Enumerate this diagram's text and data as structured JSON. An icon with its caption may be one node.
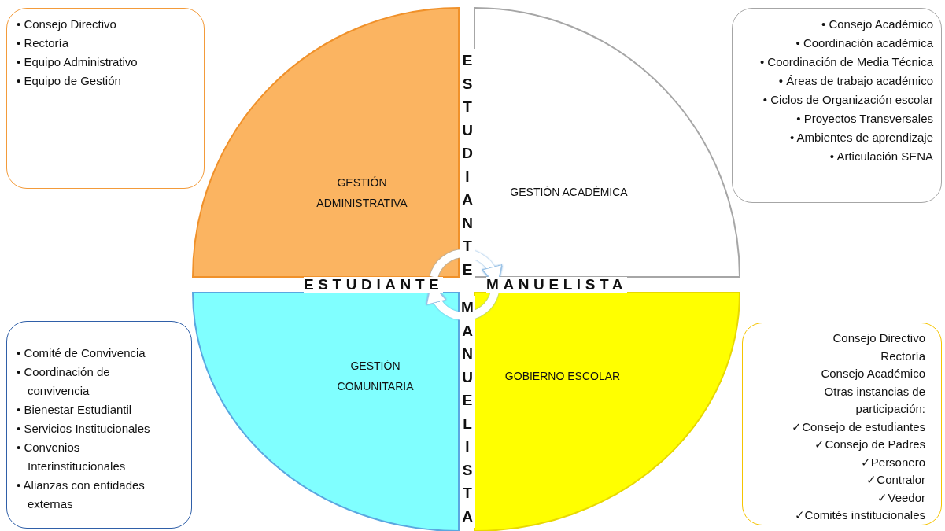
{
  "diagram": {
    "nodes": [
      {
        "text": [
          "• Consejo Directivo",
          "• Rectoría",
          "• Equipo Administrativo",
          "• Equipo de Gestión"
        ]
      },
      {
        "text": [
          "• Consejo Académico",
          "• Coordinación académica",
          "• Coordinación de Media Técnica",
          "• Áreas de trabajo académico",
          "• Ciclos de Organización escolar",
          "• Proyectos Transversales",
          "• Ambientes de aprendizaje",
          "• Articulación SENA"
        ]
      },
      {
        "text": [
          "GESTIÓN ADMINISTRATIVA"
        ]
      },
      {
        "text": [
          "GESTIÓN ACADÉMICA"
        ]
      },
      {
        "text": [
          "GESTIÓN COMUNITARIA"
        ]
      },
      {
        "text": [
          "GOBIERNO ESCOLAR"
        ]
      },
      {
        "text": [
          "• Comité de Convivencia",
          "• Coordinación de convivencia",
          "• Bienestar Estudiantil",
          "• Servicios Institucionales",
          "• Convenios Interinstitucionales",
          "• Alianzas con entidades externas"
        ]
      },
      {
        "text": [
          "Consejo Directivo",
          "Rectoría",
          "Consejo Académico",
          "Otras instancias de participación:",
          "✓Consejo de estudiantes",
          "✓Consejo de Padres",
          "✓Personero",
          "✓Contralor",
          "✓Veedor",
          "✓Comités institucionales"
        ]
      }
    ],
    "edges": [
      {
        "from": 2,
        "to": 3,
        "arrow": "to"
      },
      {
        "from": 5,
        "to": 4,
        "arrow": "to"
      }
    ],
    "labels": [
      "ESTUDIANTE",
      "ESTUDIANTE",
      "MANUELISTA",
      "MANUELISTA"
    ]
  }
}
